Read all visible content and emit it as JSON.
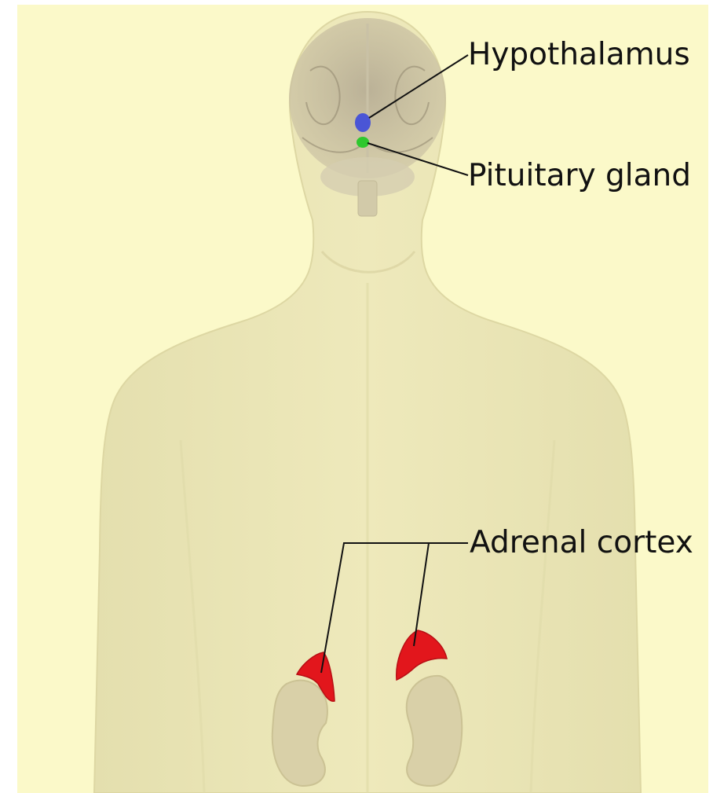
{
  "labels": {
    "hypothalamus": "Hypothalamus",
    "pituitary": "Pituitary gland",
    "adrenal": "Adrenal cortex"
  },
  "colors": {
    "background": "#fbf9c9",
    "body": "#ebe6b6",
    "body_edge": "#ddd7a3",
    "brain": "#a99e86",
    "hypothalamus": "#4a55d6",
    "pituitary": "#2ec82e",
    "adrenal": "#e2161c",
    "kidney": "#d9d0a8",
    "leader": "#111111"
  }
}
